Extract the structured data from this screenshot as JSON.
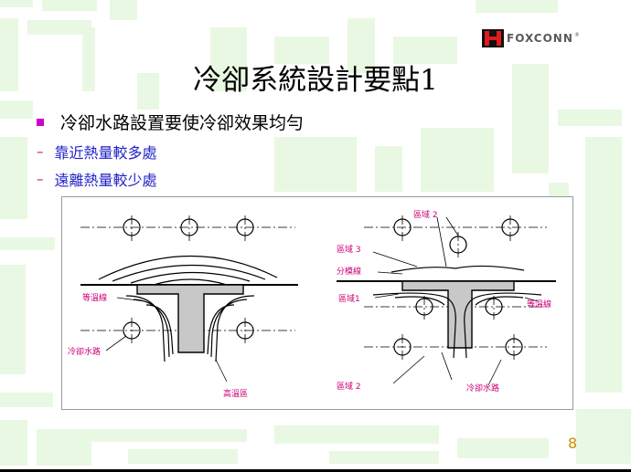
{
  "logo": {
    "text": "FOXCONN",
    "reg": "®"
  },
  "title": "冷卻系統設計要點1",
  "bullet": "冷卻水路設置要使冷卻效果均勻",
  "subpoints": [
    "靠近熱量較多處",
    "遠離熱量較少處"
  ],
  "figure": {
    "left_labels": {
      "isotherm": "等溫線",
      "water": "冷卻水路",
      "high_temp": "高溫區"
    },
    "right_labels": {
      "zone2_top": "區域 2",
      "zone3": "區域 3",
      "divider": "分模線",
      "zone1": "區域1",
      "isotherm": "等溫線",
      "zone2_bottom": "區域 2",
      "water": "冷卻水路"
    }
  },
  "page_number": "8",
  "colors": {
    "title": "#000000",
    "bullet_square": "#cc00cc",
    "sub_text": "#1f1fc8",
    "dash": "#cc2222",
    "figure_label": "#cc0077",
    "page_number": "#d08a00",
    "background_pattern": "#e9f8e2"
  }
}
